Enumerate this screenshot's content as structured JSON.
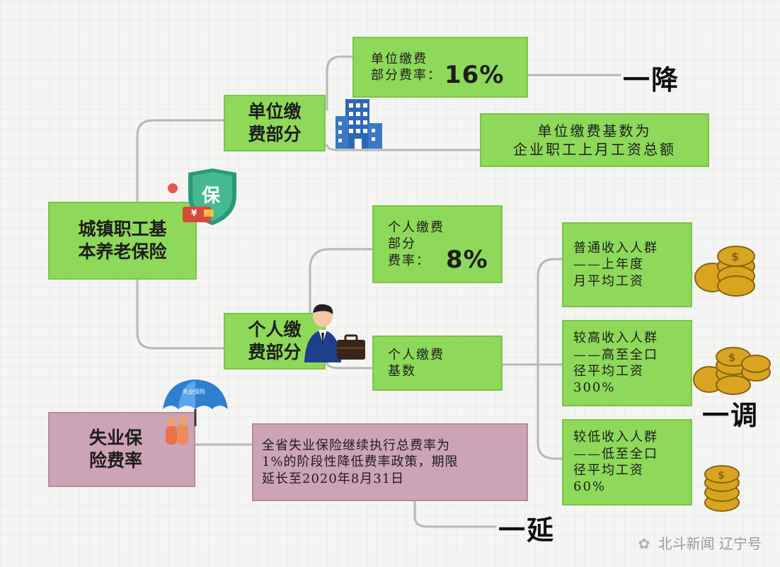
{
  "root": {
    "label": "城镇职工基\n本养老保险"
  },
  "employer": {
    "label": "单位缴\n费部分",
    "rate_text": "单位缴费\n部分费率：",
    "rate_value": "16%",
    "base_text": "单位缴费基数为\n企业职工上月工资总额"
  },
  "personal": {
    "label": "个人缴\n费部分",
    "rate_text": "个人缴费\n部分\n费率：",
    "rate_value": "8%",
    "base_text": "个人缴费\n基数",
    "groups": [
      {
        "text": "普通收入人群\n——上年度\n月平均工资"
      },
      {
        "text": "较高收入人群\n——高至全口\n径平均工资\n300%"
      },
      {
        "text": "较低收入人群\n——低至全口\n径平均工资\n60%"
      }
    ]
  },
  "unemployment": {
    "label": "失业保\n险费率",
    "note": "全省失业保险继续执行总费率为\n1%的阶段性降低费率政策，期限\n延长至2020年8月31日"
  },
  "tags": {
    "reduce": "一降",
    "adjust": "一调",
    "extend": "一延"
  },
  "icons": {
    "shield": "保",
    "shield_badge": "¥",
    "umbrella_label": "失业保险"
  },
  "watermark": "北斗新闻 辽宁号",
  "colors": {
    "green_box": "#8ed85a",
    "pink_box": "#cda3b6",
    "line": "#b5b5b5",
    "coin": "#d9a521"
  }
}
